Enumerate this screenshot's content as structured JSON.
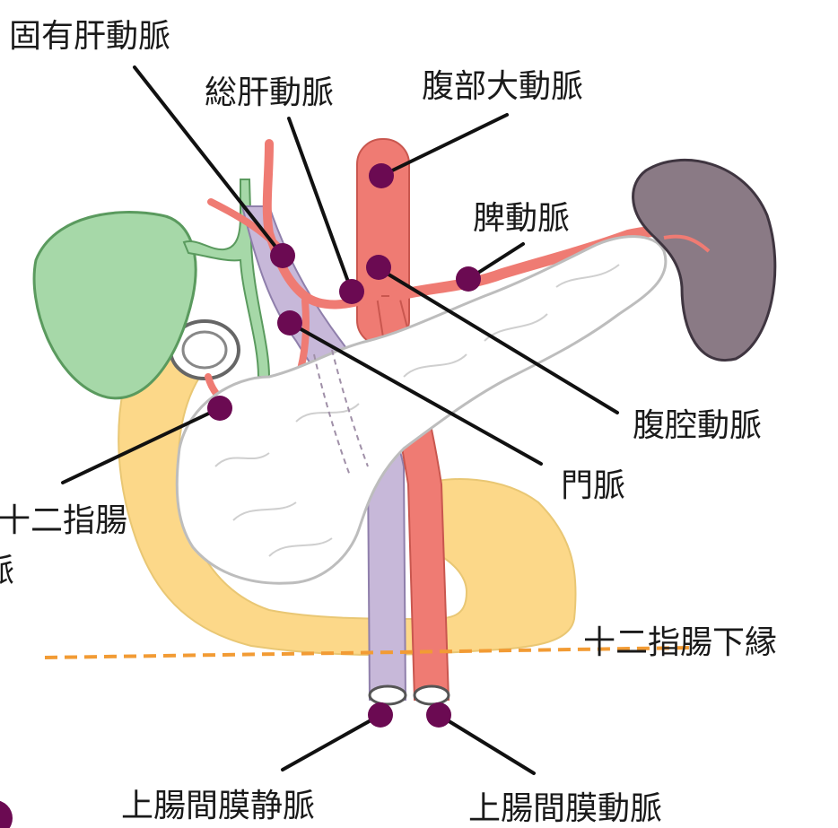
{
  "colors": {
    "aorta": "#ef7b73",
    "vein": "#c7b8d9",
    "gallbladder": "#a6d8a8",
    "duodenum": "#fcd889",
    "spleen": "#8a7a85",
    "pancreas": "#ffffff",
    "marker": "#6b0a52",
    "lower_edge_line": "#f29b34"
  },
  "labels": {
    "proper_hepatic_artery": "固有肝動脈",
    "common_hepatic_artery": "総肝動脈",
    "abdominal_aorta": "腹部大動脈",
    "splenic_artery": "脾動脈",
    "celiac_artery": "腹腔動脈",
    "portal_vein": "門脈",
    "gastroduodenal_artery_line1": "十二指腸",
    "gastroduodenal_artery_line2": "脈",
    "duodenum_lower_edge": "十二指腸下縁",
    "superior_mesenteric_vein": "上腸間膜静脈",
    "superior_mesenteric_artery": "上腸間膜動脈"
  }
}
